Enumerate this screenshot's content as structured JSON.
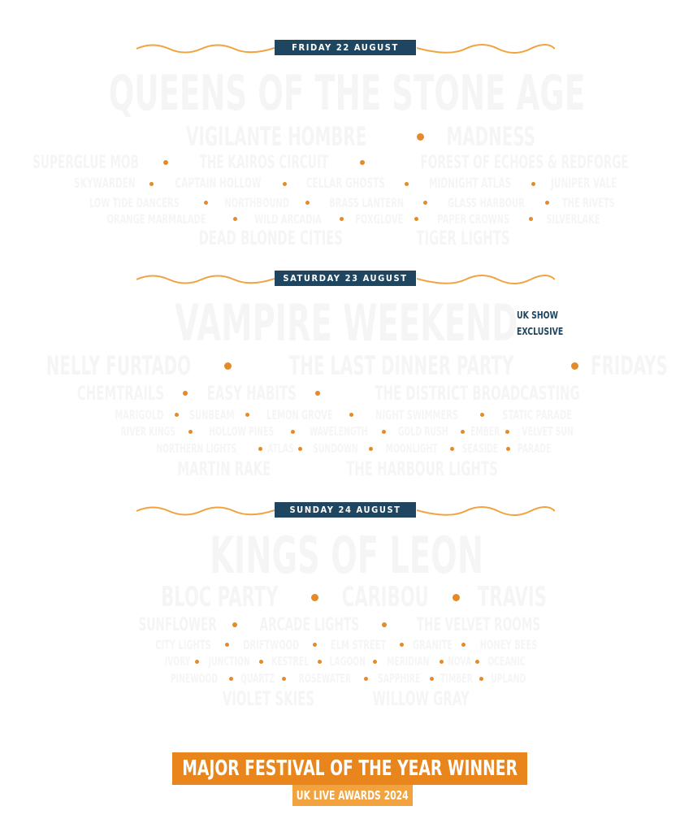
{
  "days": [
    {
      "date": "FRIDAY 22 AUGUST",
      "headliner": "QUEENS OF THE STONE AGE",
      "row2": [
        "VIGILANTE HOMBRE",
        "MADNESS"
      ],
      "row3": [
        "SUPERGLUE MOB",
        "THE KAIROS CIRCUIT",
        "FOREST OF ECHOES & REDFORGE"
      ],
      "row4": [
        "SKYWARDEN",
        "CAPTAIN HOLLOW",
        "CELLAR GHOSTS",
        "MIDNIGHT ATLAS",
        "JUNIPER VALE"
      ],
      "row5": [
        "LOW TIDE DANCERS",
        "NORTHBOUND",
        "BRASS LANTERN",
        "GLASS HARBOUR",
        "THE RIVETS"
      ],
      "row6": [
        "ORANGE MARMALADE",
        "WILD ARCADIA",
        "FOXGLOVE",
        "PAPER CROWNS",
        "SILVERLAKE"
      ],
      "row7": [
        "DEAD BLONDE CITIES",
        "TIGER LIGHTS"
      ]
    },
    {
      "date": "SATURDAY 23 AUGUST",
      "headliner": "VAMPIRE WEEKEND",
      "exclusive_line1": "UK  SHOW",
      "exclusive_line2": "EXCLUSIVE",
      "row2": [
        "NELLY FURTADO",
        "THE LAST DINNER PARTY",
        "FRIDAYS"
      ],
      "row3": [
        "CHEMTRAILS",
        "EASY HABITS",
        "THE DISTRICT BROADCASTING"
      ],
      "row4": [
        "MARIGOLD",
        "SUNBEAM",
        "LEMON GROVE",
        "NIGHT SWIMMERS",
        "STATIC PARADE"
      ],
      "row5": [
        "RIVER KINGS",
        "HOLLOW PINES",
        "WAVELENGTH",
        "GOLD RUSH",
        "EMBER",
        "VELVET SUN"
      ],
      "row6": [
        "NORTHERN LIGHTS",
        "ATLAS",
        "SUNDOWN",
        "MOONLIGHT",
        "SEASIDE",
        "PARADE"
      ],
      "row7": [
        "MARTIN RAKE",
        "THE HARBOUR LIGHTS"
      ]
    },
    {
      "date": "SUNDAY 24 AUGUST",
      "headliner": "KINGS OF LEON",
      "row2": [
        "BLOC PARTY",
        "CARIBOU",
        "TRAVIS"
      ],
      "row3": [
        "SUNFLOWER",
        "ARCADE LIGHTS",
        "THE VELVET ROOMS"
      ],
      "row4": [
        "CITY LIGHTS",
        "DRIFTWOOD",
        "ELM STREET",
        "GRANITE",
        "HONEY BEES"
      ],
      "row5": [
        "IVORY",
        "JUNCTION",
        "KESTREL",
        "LAGOON",
        "MERIDIAN",
        "NOVA",
        "OCEANIC"
      ],
      "row6": [
        "PINEWOOD",
        "QUARTZ",
        "ROSEWATER",
        "SAPPHIRE",
        "TIMBER",
        "UPLAND"
      ],
      "row7": [
        "VIOLET SKIES",
        "WILLOW GRAY"
      ]
    }
  ],
  "award": {
    "title": "MAJOR FESTIVAL OF THE YEAR WINNER",
    "subtitle": "UK LIVE AWARDS 2024"
  },
  "colors": {
    "navy": "#1f4660",
    "orange": "#e8861d",
    "light_orange": "#f2a23e",
    "ghost_text": "#f5f5f5"
  }
}
